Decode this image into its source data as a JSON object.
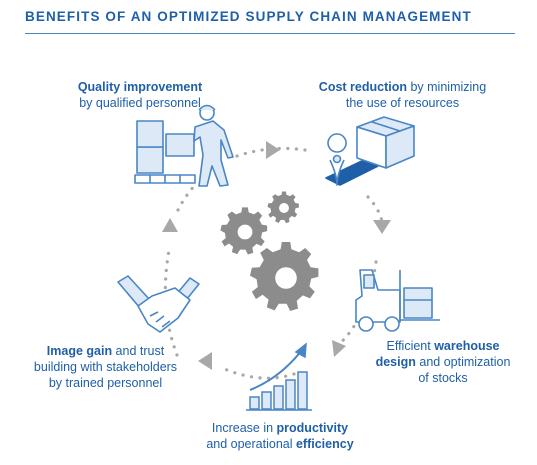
{
  "title": "BENEFITS OF AN OPTIMIZED SUPPLY CHAIN MANAGEMENT",
  "benefits": [
    {
      "bold": "Quality improvement",
      "text_after": "",
      "line2": "by qualified personnel",
      "icon": "worker-with-boxes-icon"
    },
    {
      "bold": "Cost reduction",
      "text_after": " by minimizing",
      "line2": "the use of resources",
      "icon": "package-with-location-pin-icon"
    },
    {
      "text_before": "Efficient ",
      "bold": "warehouse",
      "line2_bold": "design",
      "line2_rest": " and optimization",
      "line3": "of stocks",
      "icon": "forklift-icon"
    },
    {
      "line1": "Increase in ",
      "line1_bold": "productivity",
      "line2": "and operational ",
      "line2_bold": "efficiency",
      "icon": "growth-bar-chart-icon"
    },
    {
      "bold": "Image gain",
      "text_after": " and trust",
      "line2": "building with stakeholders",
      "line3": "by trained personnel",
      "icon": "handshake-icon"
    }
  ],
  "center_icon": "gears-icon",
  "colors": {
    "accent": "#1f5fa8",
    "icon_stroke": "#4a86c5",
    "icon_fill": "#dde9f6",
    "gear": "#8c8c8c",
    "dots": "#a8a8a8"
  }
}
